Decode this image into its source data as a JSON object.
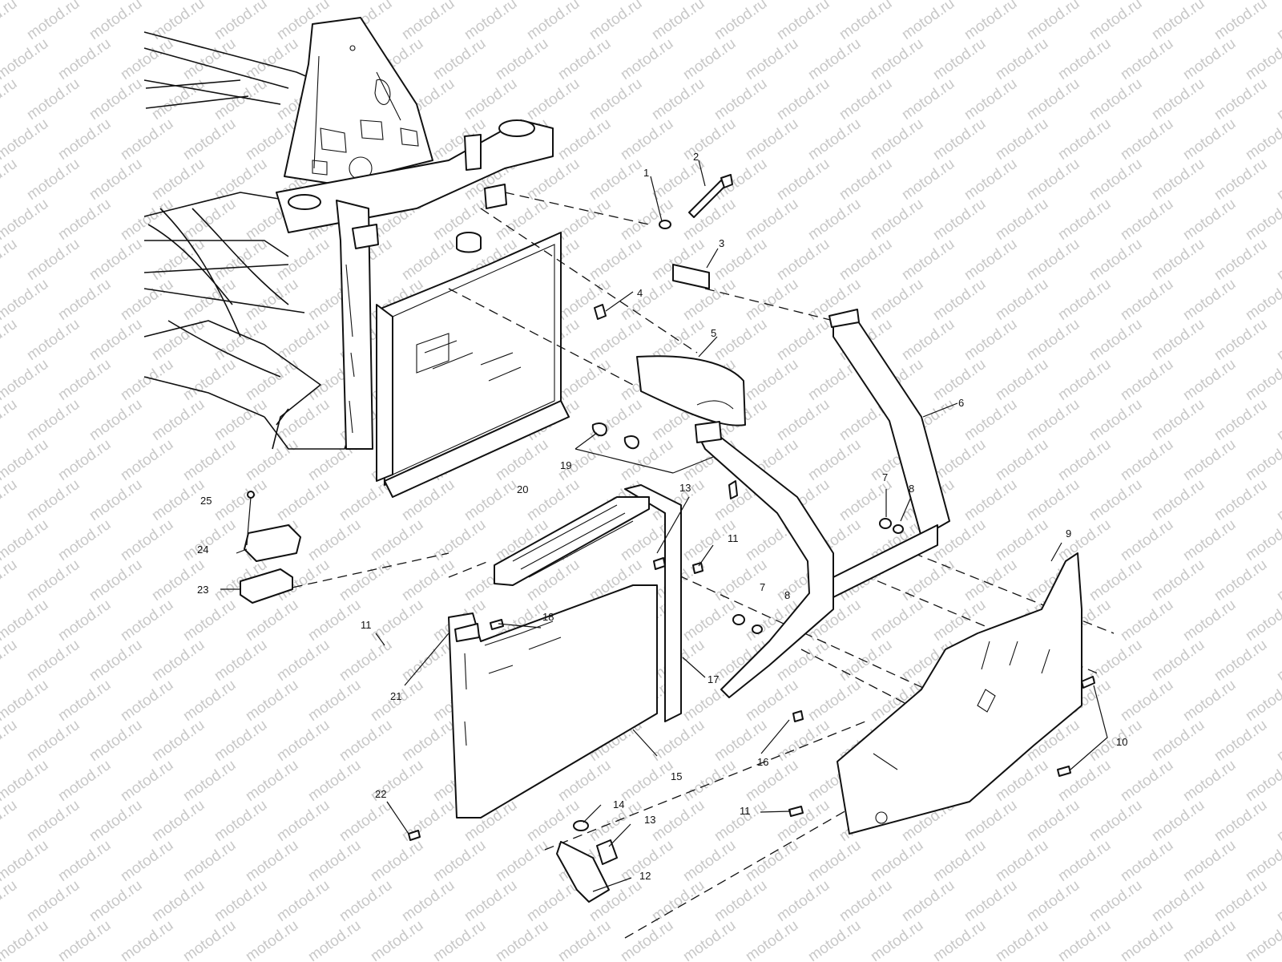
{
  "watermark": {
    "text": "motod.ru",
    "color": "#c8c8c8"
  },
  "callouts": {
    "c1": "1",
    "c2": "2",
    "c3": "3",
    "c4": "4",
    "c5": "5",
    "c6": "6",
    "c7a": "7",
    "c8a": "8",
    "c7b": "7",
    "c8b": "8",
    "c9": "9",
    "c10": "10",
    "c11a": "11",
    "c11b": "11",
    "c11c": "11",
    "c12": "12",
    "c13a": "13",
    "c13b": "13",
    "c14": "14",
    "c15": "15",
    "c16": "16",
    "c17": "17",
    "c18": "18",
    "c19": "19",
    "c20": "20",
    "c21": "21",
    "c22": "22",
    "c23": "23",
    "c24": "24",
    "c25": "25"
  }
}
